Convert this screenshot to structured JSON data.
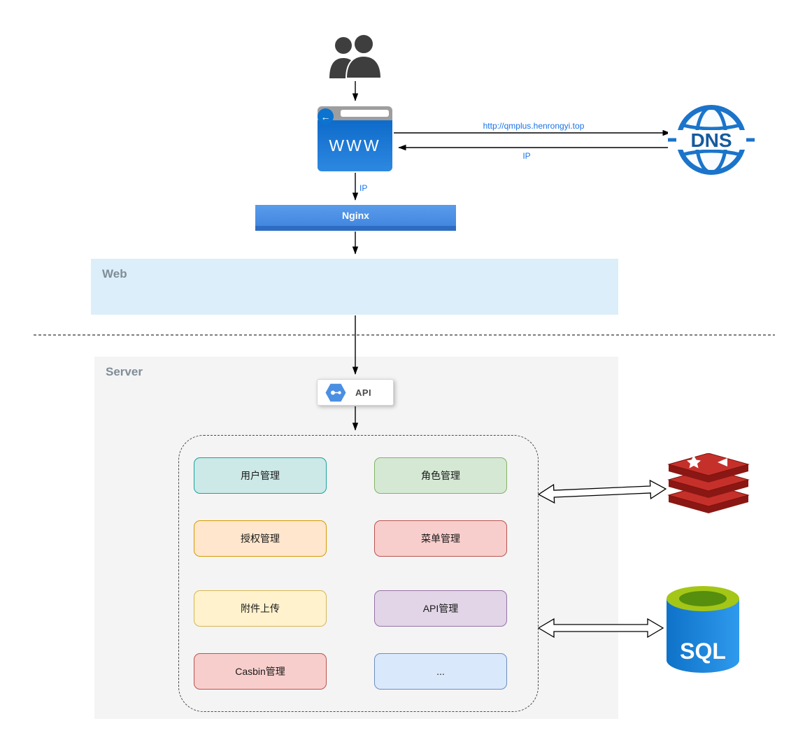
{
  "labels": {
    "url": "http://qmplus.henrongyi.top",
    "ip_to_browser": "IP",
    "ip_to_nginx": "IP",
    "www": "WWW",
    "dns": "DNS",
    "nginx": "Nginx",
    "web_region": "Web",
    "server_region": "Server",
    "api": "API",
    "sql": "SQL"
  },
  "icons": {
    "back_arrow": "←"
  },
  "modules": [
    {
      "label": "用户管理",
      "fill": "#cce9e7",
      "stroke": "#18a39d"
    },
    {
      "label": "角色管理",
      "fill": "#d5e8d4",
      "stroke": "#82b366"
    },
    {
      "label": "授权管理",
      "fill": "#ffe6cc",
      "stroke": "#d79b00"
    },
    {
      "label": "菜单管理",
      "fill": "#f8cecc",
      "stroke": "#b85450"
    },
    {
      "label": "附件上传",
      "fill": "#fff2cc",
      "stroke": "#d6b656"
    },
    {
      "label": "API管理",
      "fill": "#e1d5e7",
      "stroke": "#9673a6"
    },
    {
      "label": "Casbin管理",
      "fill": "#f8cecc",
      "stroke": "#b85450"
    },
    {
      "label": "...",
      "fill": "#dae8fc",
      "stroke": "#6c8ebf"
    }
  ],
  "colors": {
    "edge_label_blue": "#1a73e8",
    "browser_blue": "#1272d3",
    "titlebar_gray": "#9e9e9e",
    "nginx_fill": "#4b92e7",
    "nginx_shadow": "#2d6cc2",
    "web_region_fill": "#dceefa",
    "server_region_fill": "#f4f4f4",
    "dns_blue": "#1b74ca",
    "dns_text_blue": "#155a9e",
    "redis_red": "#c6302b",
    "redis_dark_red": "#8a1713",
    "sql_body_blue": "#1583d8",
    "sql_top_green": "#a4c616",
    "sql_inner_green": "#568e0e",
    "users_gray": "#3e3e3e",
    "api_hexagon_blue": "#4b8fe2"
  }
}
